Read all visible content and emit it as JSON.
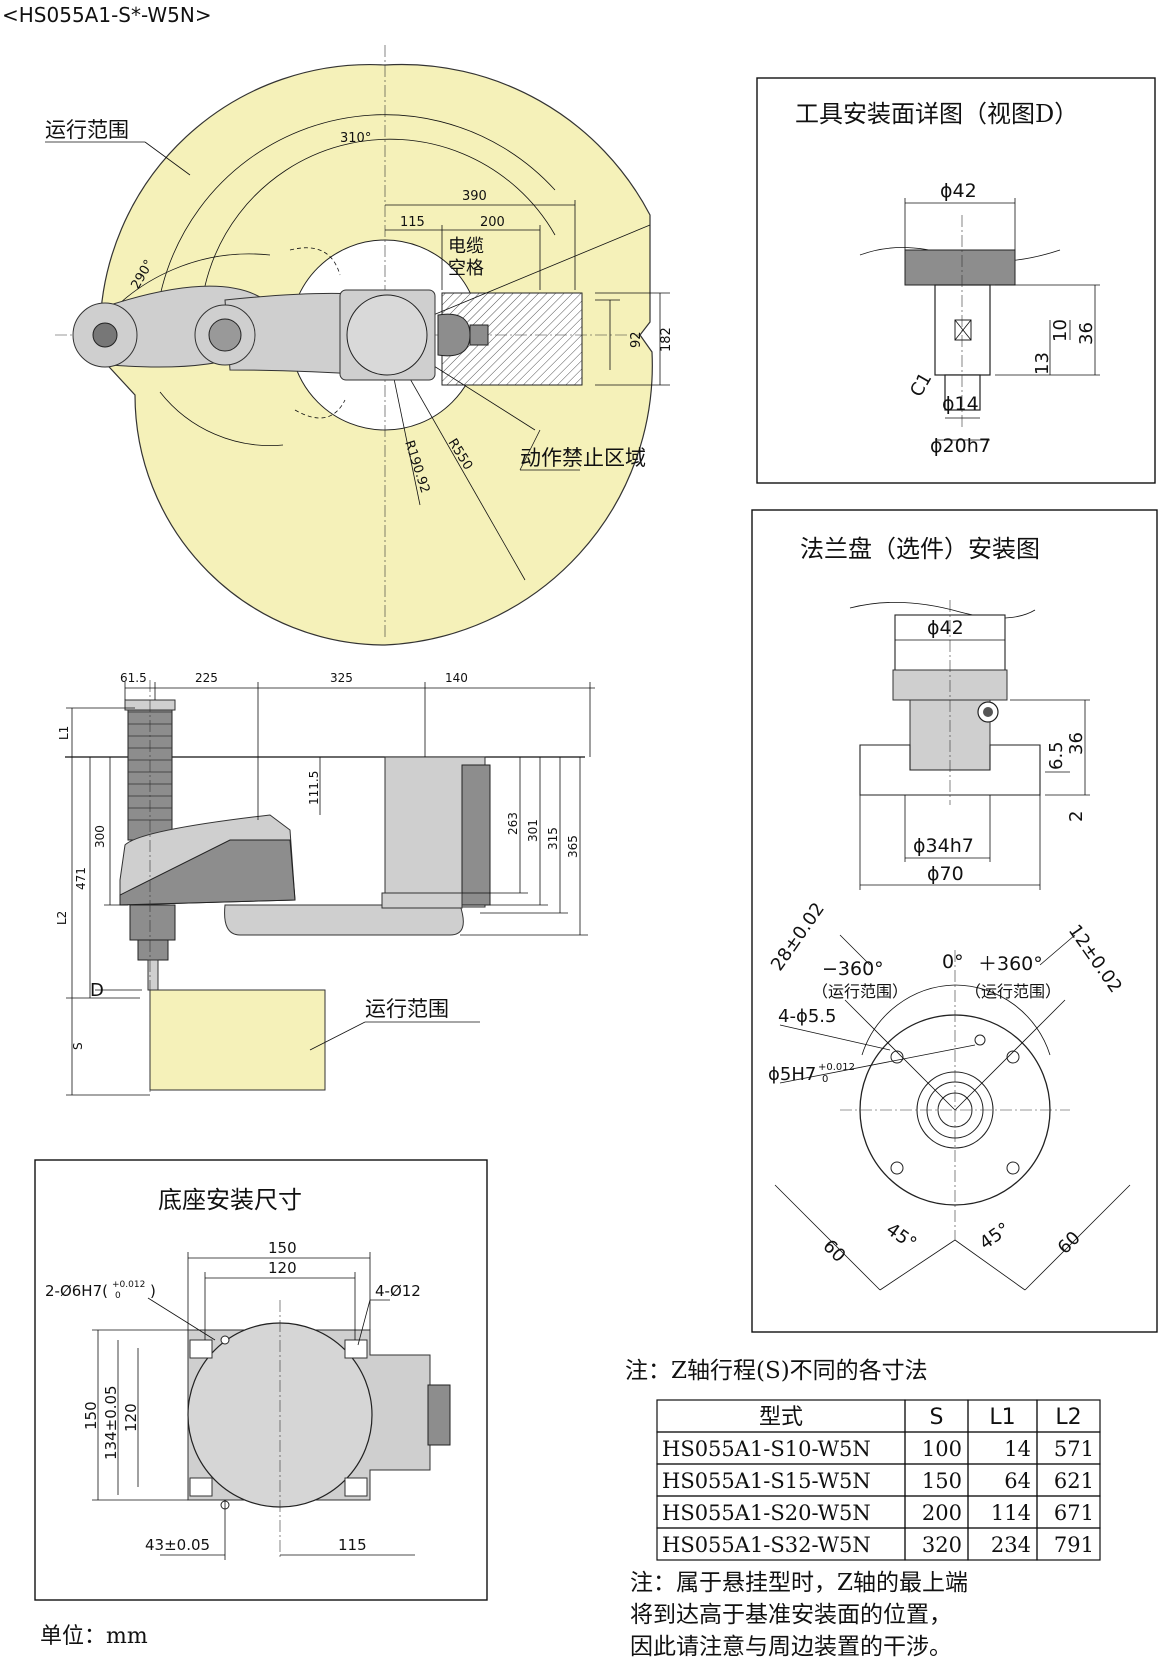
{
  "model_title": "<HS055A1-S*-W5N>",
  "top_view": {
    "range_label": "运行范围",
    "forbidden_label": "动作禁止区域",
    "cable_label_1": "电缆",
    "cable_label_2": "空格",
    "angle_310": "310°",
    "angle_290": "290°",
    "dim_390": "390",
    "dim_115": "115",
    "dim_200": "200",
    "dim_92": "92",
    "dim_182": "182",
    "r_19092": "R190.92",
    "r_550": "R550",
    "range_color": "#f5f1b9"
  },
  "side_view": {
    "dim_615": "61.5",
    "dim_225": "225",
    "dim_325": "325",
    "dim_140": "140",
    "dim_L1": "L1",
    "dim_L2": "L2",
    "dim_S": "S",
    "dim_300": "300",
    "dim_471": "471",
    "dim_1115": "111.5",
    "dim_263": "263",
    "dim_301": "301",
    "dim_315": "315",
    "dim_365": "365",
    "label_D": "D",
    "range_label": "运行范围"
  },
  "tool_detail": {
    "title": "工具安装面详图（视图D）",
    "d42": "ϕ42",
    "d14": "ϕ14",
    "d20h7": "ϕ20h7",
    "c1": "C1",
    "dim_36": "36",
    "dim_13": "13",
    "dim_10": "10"
  },
  "flange_detail": {
    "title": "法兰盘（选件）安装图",
    "d42": "ϕ42",
    "d34h7": "ϕ34h7",
    "d70": "ϕ70",
    "dim_36": "36",
    "dim_65": "6.5",
    "dim_2": "2",
    "tol_28": "28±0.02",
    "tol_12": "12±0.02",
    "minus_360": "−360°",
    "plus_360": "＋360°",
    "zero": "0°",
    "range_paren_left": "（运行范围）",
    "range_paren_right": "（运行范围）",
    "holes": "4-ϕ5.5",
    "pin": "ϕ5H7",
    "pin_tol_up": "+0.012",
    "pin_tol_low": "0",
    "dim_60a": "60",
    "dim_60b": "60",
    "ang_45a": "45°",
    "ang_45b": "45°"
  },
  "base_detail": {
    "title": "底座安装尺寸",
    "dim_150_top": "150",
    "dim_120_top": "120",
    "pin_holes": "2-Ø6H7(",
    "pin_tol_up": "+0.012",
    "pin_tol_low": "0",
    "pin_close": ")",
    "holes": "4-Ø12",
    "dim_150_left": "150",
    "dim_134": "134±0.05",
    "dim_120_left": "120",
    "dim_43": "43±0.05",
    "dim_115": "115"
  },
  "table": {
    "note": "注：Z轴行程(S)不同的各寸法",
    "headers": [
      "型式",
      "S",
      "L1",
      "L2"
    ],
    "rows": [
      [
        "HS055A1-S10-W5N",
        "100",
        "14",
        "571"
      ],
      [
        "HS055A1-S15-W5N",
        "150",
        "64",
        "621"
      ],
      [
        "HS055A1-S20-W5N",
        "200",
        "114",
        "671"
      ],
      [
        "HS055A1-S32-W5N",
        "320",
        "234",
        "791"
      ]
    ]
  },
  "footer": {
    "note_line1": "注：属于悬挂型时，Z轴的最上端",
    "note_line2": "将到达高于基准安装面的位置，",
    "note_line3": "因此请注意与周边装置的干涉。",
    "unit": "单位：mm"
  }
}
